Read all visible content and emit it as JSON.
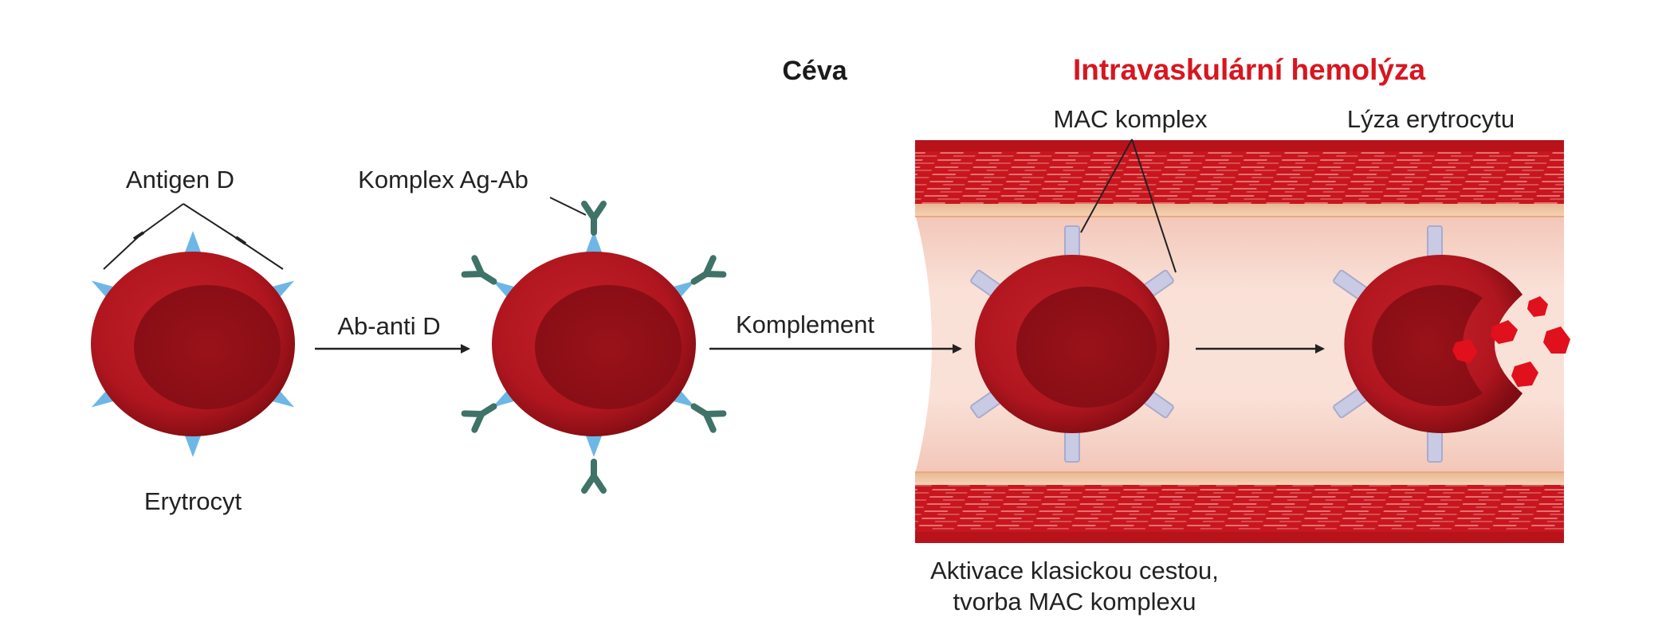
{
  "labels": {
    "antigen": "Antigen D",
    "erythrocyte": "Erytrocyt",
    "complex": "Komplex Ag-Ab",
    "antibody_arrow": "Ab-anti D",
    "complement_arrow": "Komplement",
    "vessel": "Céva",
    "hemolysis": "Intravaskulární hemolýza",
    "mac": "MAC komplex",
    "lysis": "Lýza erytrocytu",
    "activation_line1": "Aktivace klasickou cestou,",
    "activation_line2": "tvorba MAC komplexu"
  },
  "colors": {
    "rbc_edge": "#a8141c",
    "rbc_center": "#8e0e15",
    "antigen": "#6db7e6",
    "antibody": "#3f7367",
    "mac": "#c9cae3",
    "vessel_lumen": "#f7d6cc",
    "vessel_wall": "#c8161f",
    "fragments": "#e0101c",
    "title_red": "#d8161f"
  }
}
